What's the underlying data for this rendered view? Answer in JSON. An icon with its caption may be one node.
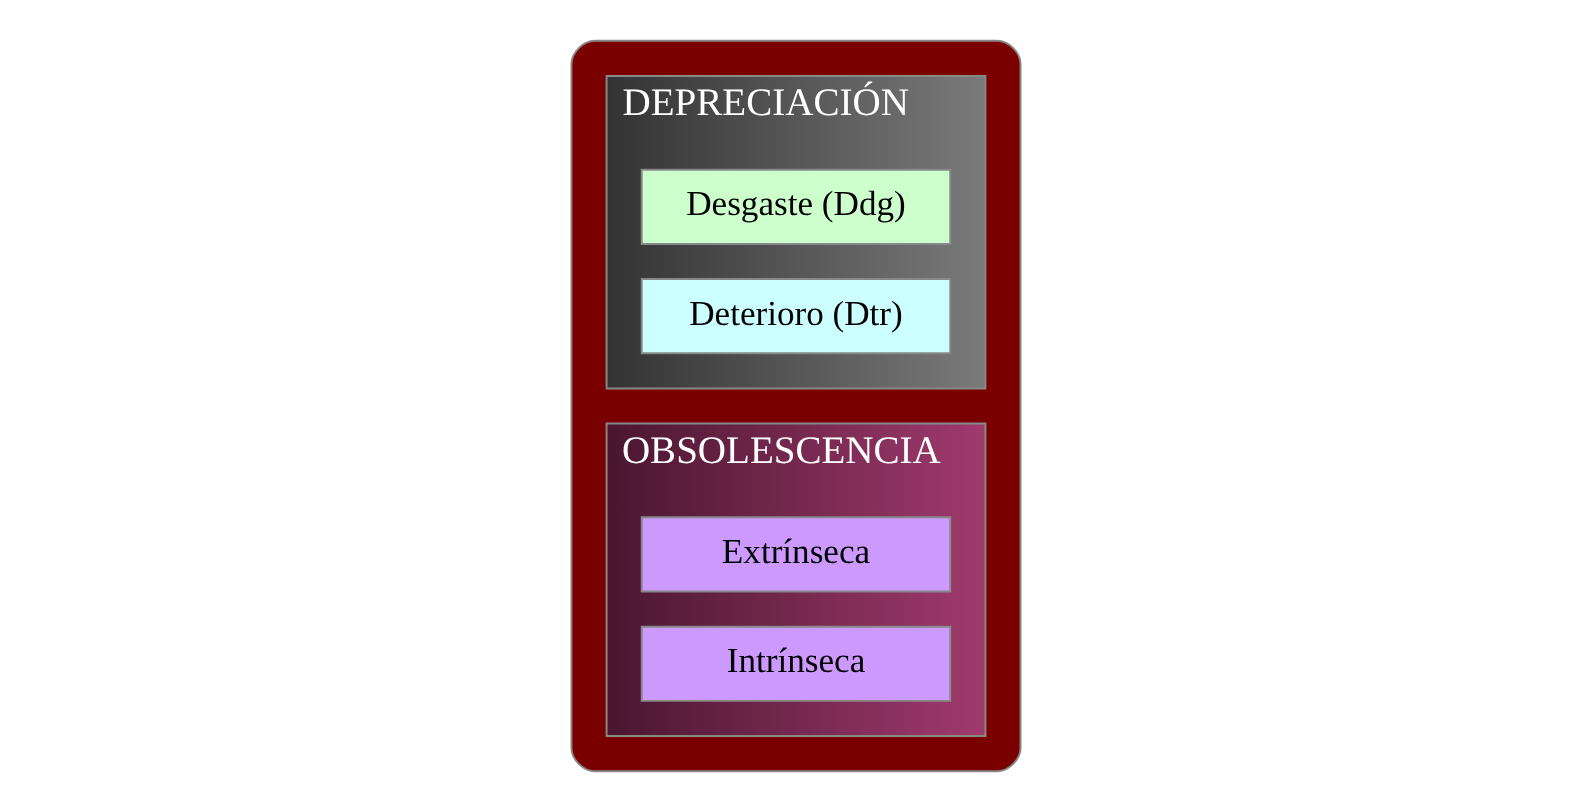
{
  "diagram": {
    "nodes": [
      {
        "text": [],
        "shape": "ellipse"
      },
      {
        "text": [
          "DEPRECIACIÓN"
        ],
        "in": 0
      },
      {
        "text": [
          "Desgaste (Ddg)"
        ],
        "in": 1
      },
      {
        "text": [
          "Deterioro (Dtr)"
        ],
        "in": 1
      },
      {
        "text": [
          "OBSOLESCENCIA"
        ],
        "in": 0
      },
      {
        "text": [
          "Extrínseca"
        ],
        "in": 4
      },
      {
        "text": [
          "Intrínseca"
        ],
        "in": 4
      }
    ],
    "edges": []
  }
}
